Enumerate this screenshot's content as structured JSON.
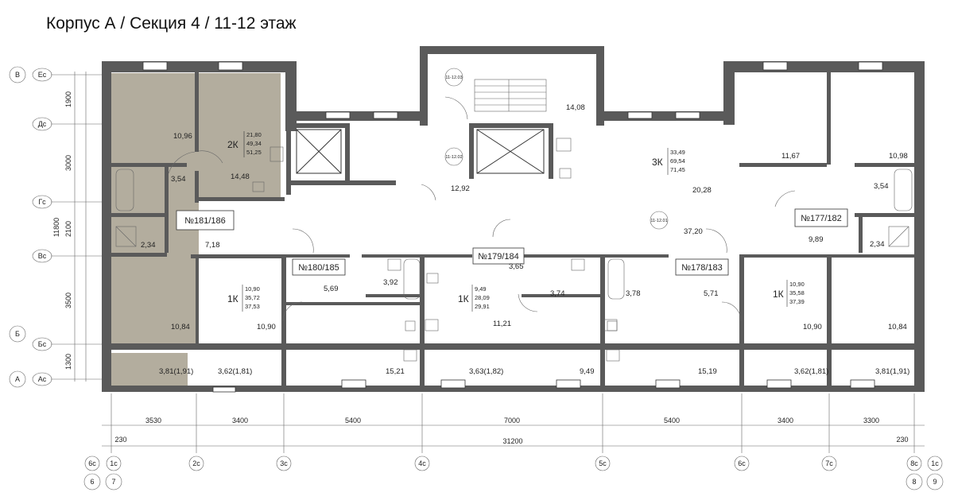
{
  "title": "Корпус А / Секция 4 / 11-12 этаж",
  "colors": {
    "highlight": "#b3ad9e",
    "wall": "#5a5a5a",
    "line": "#333333"
  },
  "apartments": [
    {
      "number": "№181/186",
      "type": "2К",
      "stats": [
        "21,80",
        "49,34",
        "51,25"
      ]
    },
    {
      "number": "№180/185",
      "type": "1К",
      "stats": [
        "10,90",
        "35,72",
        "37,53"
      ]
    },
    {
      "number": "№179/184",
      "type": "1К",
      "stats": [
        "9,49",
        "28,09",
        "29,91"
      ]
    },
    {
      "number": "№178/183",
      "type": "1К",
      "stats": [
        "10,90",
        "35,58",
        "37,39"
      ]
    },
    {
      "number": "№177/182",
      "type": "3К",
      "stats": [
        "33,49",
        "69,54",
        "71,45"
      ]
    }
  ],
  "room_areas": {
    "a181_room1": "10,96",
    "a181_bath": "3,54",
    "a181_bath2": "2,34",
    "a181_hall": "7,18",
    "a181_kitchen": "14,48",
    "a181_room2": "10,84",
    "a181_balcony": "3,81(1,91)",
    "a180_room": "10,90",
    "a180_balcony": "3,62(1,81)",
    "a180_bath": "3,92",
    "a180_hall": "5,69",
    "a180_kitchen": "15,21",
    "a179_bath": "3,65",
    "a179_hall": "3,74",
    "a179_room": "11,21",
    "a179_balcony": "3,63(1,82)",
    "a179_kitchen": "9,49",
    "a178_bath": "3,78",
    "a178_hall": "5,71",
    "a178_kitchen": "15,19",
    "a178_room": "10,90",
    "a178_balcony": "3,62(1,81)",
    "a177_room1": "11,67",
    "a177_room2": "10,98",
    "a177_bath": "3,54",
    "a177_bath2": "2,34",
    "a177_hall": "9,89",
    "a177_kitchen": "20,28",
    "a177_room3": "10,84",
    "a177_balcony": "3,81(1,91)",
    "stair": "14,08",
    "lobby": "12,92",
    "corridor": "37,20"
  },
  "room_tags": [
    "11-12.03",
    "11-12.02",
    "11-12.01"
  ],
  "left_axes": [
    "В",
    "Б",
    "А"
  ],
  "left_sub_axes": [
    "Ес",
    "Дс",
    "Гс",
    "Вс",
    "Бс",
    "Ас"
  ],
  "left_dims": [
    "1900",
    "3000",
    "2100",
    "3500",
    "1300"
  ],
  "left_total": "11800",
  "bottom_dims": [
    "3530",
    "3400",
    "5400",
    "7000",
    "5400",
    "3400",
    "3300"
  ],
  "bottom_total": "31200",
  "bottom_edges": [
    "230",
    "230"
  ],
  "bottom_axes": [
    "6с",
    "1с",
    "2с",
    "3с",
    "4с",
    "5с",
    "6с",
    "7с",
    "8с",
    "1с"
  ],
  "bottom_big_axes": [
    "6",
    "7",
    "8",
    "9"
  ]
}
